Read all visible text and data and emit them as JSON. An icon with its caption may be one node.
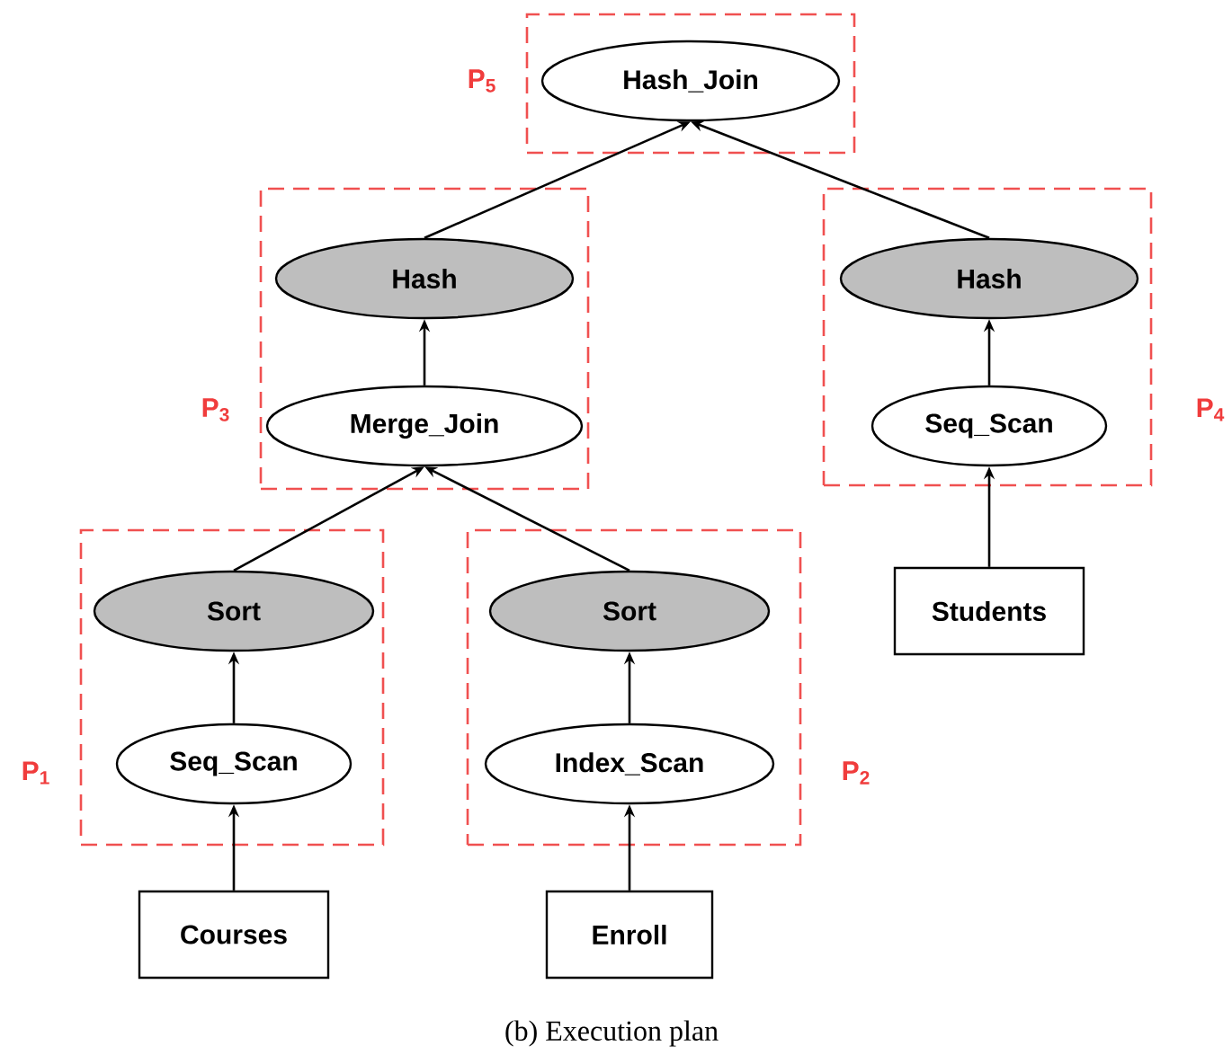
{
  "diagram": {
    "caption": "(b) Execution plan",
    "nodes": [
      {
        "text": [
          "P$_{5}$"
        ]
      },
      {
        "text": [
          "Hash_Join"
        ],
        "in": 0
      },
      {
        "text": [
          "P$_{3}$"
        ]
      },
      {
        "text": [
          "Hash"
        ],
        "in": 2
      },
      {
        "text": [
          "Merge_Join"
        ],
        "in": 2
      },
      {
        "text": [
          "P$_{4}$"
        ]
      },
      {
        "text": [
          "Hash"
        ],
        "in": 5
      },
      {
        "text": [
          "Seq_Scan"
        ],
        "in": 5
      },
      {
        "text": [
          "P$_{1}$"
        ]
      },
      {
        "text": [
          "Sort"
        ],
        "in": 8
      },
      {
        "text": [
          "Seq_Scan"
        ],
        "in": 8
      },
      {
        "text": [
          "P$_{2}$"
        ]
      },
      {
        "text": [
          "Sort"
        ],
        "in": 11
      },
      {
        "text": [
          "Index_Scan"
        ],
        "in": 11
      },
      {
        "text": [
          "Courses"
        ]
      },
      {
        "text": [
          "Enroll"
        ]
      },
      {
        "text": [
          "Students"
        ]
      }
    ],
    "edges": [
      {
        "from": 14,
        "to": 10,
        "arrow": "to"
      },
      {
        "from": 10,
        "to": 9,
        "arrow": "to"
      },
      {
        "from": 9,
        "to": 4,
        "arrow": "to"
      },
      {
        "from": 15,
        "to": 13,
        "arrow": "to"
      },
      {
        "from": 13,
        "to": 12,
        "arrow": "to"
      },
      {
        "from": 12,
        "to": 4,
        "arrow": "to"
      },
      {
        "from": 4,
        "to": 3,
        "arrow": "to"
      },
      {
        "from": 3,
        "to": 1,
        "arrow": "to"
      },
      {
        "from": 16,
        "to": 7,
        "arrow": "to"
      },
      {
        "from": 7,
        "to": 6,
        "arrow": "to"
      },
      {
        "from": 6,
        "to": 1,
        "arrow": "to"
      }
    ]
  }
}
